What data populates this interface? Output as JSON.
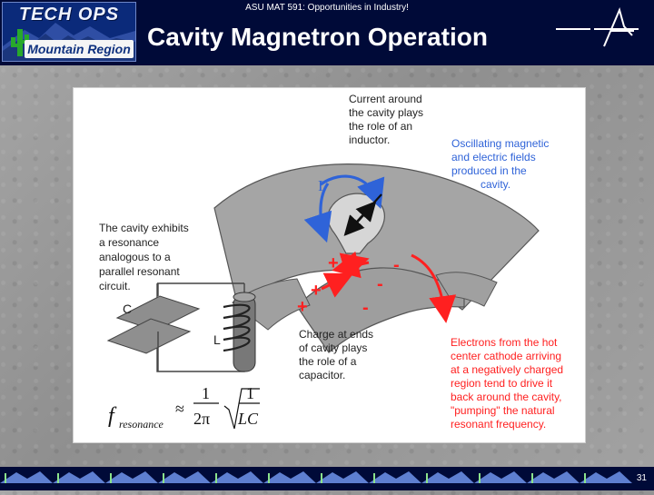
{
  "header": {
    "logo_top": "TECH OPS",
    "logo_bottom": "Mountain Region",
    "course": "ASU MAT 591: Opportunities in Industry!",
    "title": "Cavity Magnetron Operation"
  },
  "diagram": {
    "notes": {
      "inductor": [
        "Current around",
        "the cavity plays",
        "the role of an",
        "inductor."
      ],
      "fields": [
        "Oscillating magnetic",
        "and electric fields",
        "produced in the",
        "cavity."
      ],
      "resonance": [
        "The cavity exhibits",
        "a resonance",
        "analogous to a",
        "parallel resonant",
        "circuit."
      ],
      "capacitor": [
        "Charge at ends",
        "of cavity plays",
        "the role of a",
        "capacitor."
      ],
      "electrons": [
        "Electrons from the hot",
        "center cathode arriving",
        "at a negatively charged",
        "region tend to drive it",
        "back around the cavity,",
        "\"pumping\" the natural",
        "resonant frequency."
      ]
    },
    "labels": {
      "current": "I",
      "capacitor": "C",
      "inductor": "L"
    },
    "charges": [
      "+",
      "+",
      "+",
      "-",
      "-",
      "-"
    ],
    "formula": {
      "f": "f",
      "subscript": "resonance",
      "approx": "≈",
      "one_a": "1",
      "two_pi": "2π",
      "one_b": "1",
      "lc": "LC"
    }
  },
  "footer": {
    "page_number": "31"
  },
  "colors": {
    "accent_red": "#ff2020",
    "accent_blue": "#2f63d8",
    "cavity_gray": "#a6a6a6"
  },
  "icons": [
    "cactus-icon",
    "mountain-icon",
    "delta-logo-icon"
  ]
}
